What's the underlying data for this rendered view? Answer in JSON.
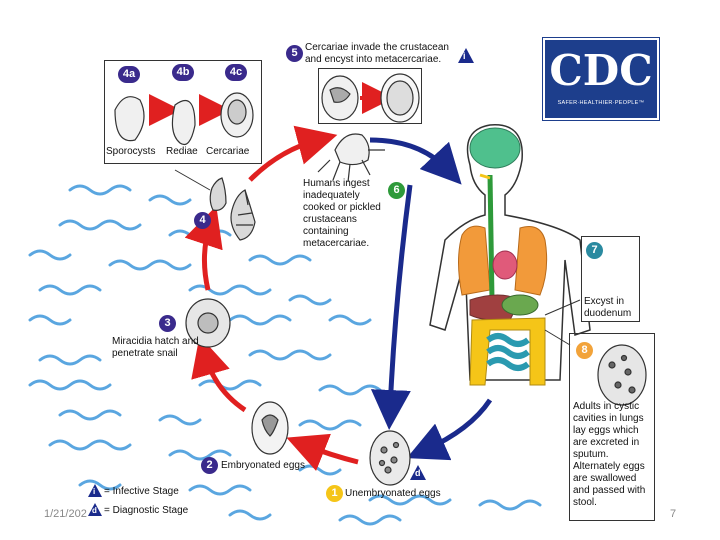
{
  "slide": {
    "date": "1/21/202",
    "page_number": "7"
  },
  "logo": {
    "text": "CDC",
    "tagline": "SAFER·HEALTHIER·PEOPLE™"
  },
  "colors": {
    "stage_purple": "#3a2a8c",
    "stage_green": "#2e9a3a",
    "stage_teal": "#2a8aa0",
    "stage_orange": "#f2a33a",
    "stage_yellow": "#f5c518",
    "arrow_red": "#e02020",
    "arrow_blue": "#1a2a8c",
    "water": "#5aa6e0"
  },
  "steps": {
    "s1": {
      "num": "1",
      "text": "Unembryonated eggs"
    },
    "s2": {
      "num": "2",
      "text": "Embryonated eggs"
    },
    "s3": {
      "num": "3",
      "text": "Miracidia hatch and penetrate snail"
    },
    "s4": {
      "num": "4"
    },
    "s4a": {
      "num": "4a",
      "text": "Sporocysts"
    },
    "s4b": {
      "num": "4b",
      "text": "Rediae"
    },
    "s4c": {
      "num": "4c",
      "text": "Cercariae"
    },
    "s5": {
      "num": "5",
      "text": "Cercariae invade the crustacean and encyst into metacercariae."
    },
    "s6": {
      "num": "6",
      "text": "Humans ingest inadequately cooked or pickled crustaceans containing metacercariae."
    },
    "s7": {
      "num": "7",
      "text": "Excyst in duodenum"
    },
    "s8": {
      "num": "8",
      "text": "Adults in cystic cavities in lungs lay eggs which are excreted in sputum. Alternately eggs are swallowed and passed with stool."
    }
  },
  "legend": {
    "infective": {
      "marker": "i",
      "text": "= Infective Stage"
    },
    "diagnostic": {
      "marker": "d",
      "text": "= Diagnostic Stage"
    }
  },
  "stage_markers": {
    "s5_marker": "i",
    "s1_marker": "d"
  }
}
